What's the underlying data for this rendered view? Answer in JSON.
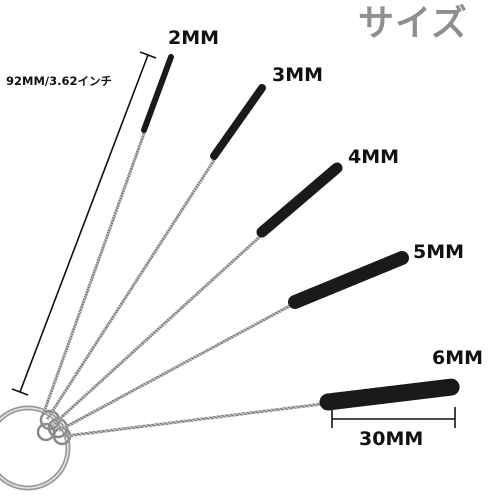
{
  "title": "サイズ",
  "length_label": "92MM/3.62インチ",
  "width_label": "30MM",
  "brushes": [
    {
      "size": "2MM"
    },
    {
      "size": "3MM"
    },
    {
      "size": "4MM"
    },
    {
      "size": "5MM"
    },
    {
      "size": "6MM"
    }
  ],
  "colors": {
    "title": "#8f8f8f",
    "text": "#111111",
    "bristle": "#1a1a1a",
    "wire": "#a8a8a8",
    "ring": "#9a9a9a"
  },
  "icons": [
    "key-ring-icon",
    "brush-icon"
  ]
}
